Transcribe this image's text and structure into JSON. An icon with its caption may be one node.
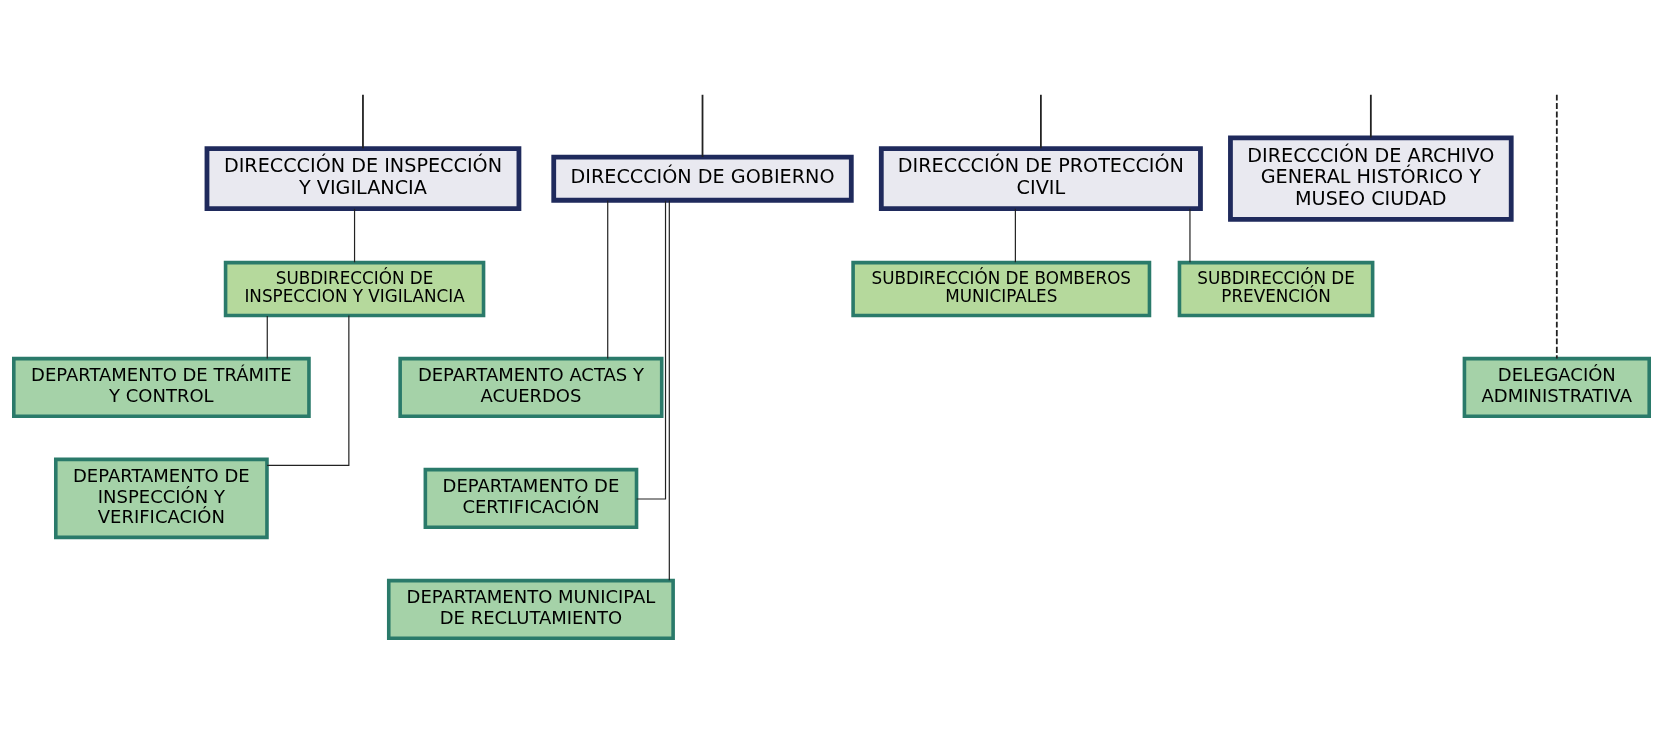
{
  "diagram": {
    "nodes": [
      {
        "text": [
          "DIRECCCIÓN DE INSPECCIÓN Y VIGILANCIA"
        ]
      },
      {
        "text": [
          "DIRECCCIÓN DE GOBIERNO"
        ]
      },
      {
        "text": [
          "DIRECCCIÓN DE PROTECCIÓN CIVIL"
        ]
      },
      {
        "text": [
          "DIRECCCIÓN DE ARCHIVO GENERAL HISTÓRICO Y MUSEO CIUDAD"
        ]
      },
      {
        "text": [
          "SUBDIRECCIÓN DE INSPECCION Y VIGILANCIA"
        ]
      },
      {
        "text": [
          "DEPARTAMENTO DE TRÁMITE Y CONTROL"
        ]
      },
      {
        "text": [
          "DEPARTAMENTO DE INSPECCIÓN Y VERIFICACIÓN"
        ]
      },
      {
        "text": [
          "SUBDIRECCIÓN DE BOMBEROS MUNICIPALES"
        ]
      },
      {
        "text": [
          "DEPARTAMENTO ACTAS Y ACUERDOS"
        ]
      },
      {
        "text": [
          "DEPARTAMENTO DE CERTIFICACIÓN"
        ]
      },
      {
        "text": [
          "DEPARTAMENTO MUNICIPAL DE RECLUTAMIENTO"
        ]
      },
      {
        "text": [
          "SUBDIRECCIÓN DE PREVENCIÓN"
        ]
      },
      {
        "text": [
          "DELEGACIÓN ADMINISTRATIVA"
        ]
      }
    ],
    "edges": [
      {
        "from": null,
        "to": 0,
        "arrow": "none"
      },
      {
        "from": null,
        "to": 1,
        "arrow": "none"
      },
      {
        "from": null,
        "to": 2,
        "arrow": "none"
      },
      {
        "from": null,
        "to": 3,
        "arrow": "none"
      },
      {
        "from": null,
        "to": 12,
        "arrow": "none",
        "style": "dashed"
      },
      {
        "from": 0,
        "to": 4,
        "arrow": "none"
      },
      {
        "from": 4,
        "to": 5,
        "arrow": "none"
      },
      {
        "from": 4,
        "to": 6,
        "arrow": "none"
      },
      {
        "from": 1,
        "to": 8,
        "arrow": "none"
      },
      {
        "from": 1,
        "to": 9,
        "arrow": "none"
      },
      {
        "from": 1,
        "to": 10,
        "arrow": "none"
      },
      {
        "from": 2,
        "to": 7,
        "arrow": "none"
      },
      {
        "from": 2,
        "to": 11,
        "arrow": "none"
      }
    ]
  }
}
